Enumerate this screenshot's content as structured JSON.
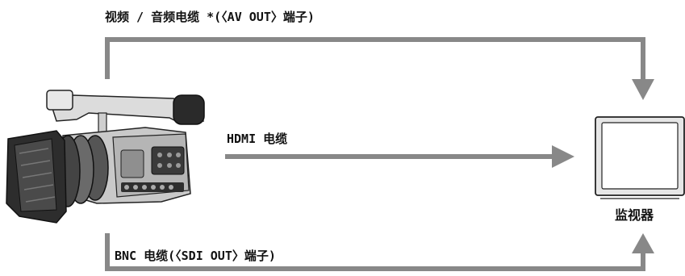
{
  "labels": {
    "av_cable": "视频 / 音频电缆 *(〈AV OUT〉端子)",
    "hdmi_cable": "HDMI 电缆",
    "bnc_cable": "BNC 电缆(〈SDI OUT〉端子)",
    "monitor": "监视器"
  },
  "icons": {
    "camera": "camcorder-icon",
    "monitor": "monitor-icon"
  },
  "colors": {
    "cable": "#888888",
    "text": "#111111"
  }
}
